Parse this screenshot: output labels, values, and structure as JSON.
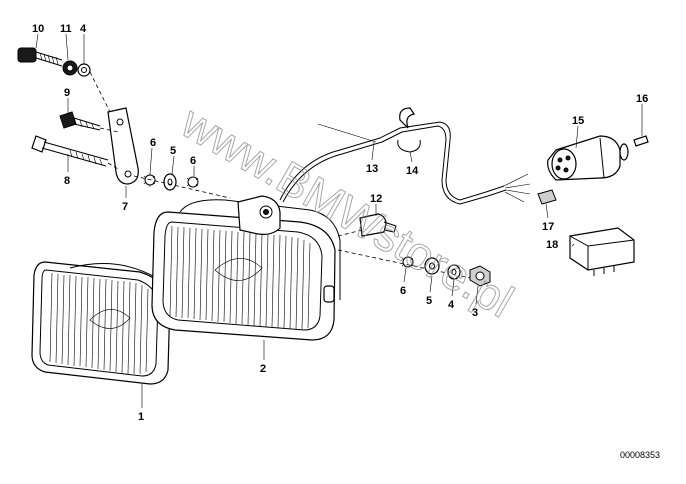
{
  "diagram": {
    "reference_number": "00008353",
    "watermark": "www.BMWstore.pl",
    "callouts": [
      "1",
      "2",
      "3",
      "4",
      "5",
      "6",
      "7",
      "8",
      "9",
      "10",
      "11",
      "12",
      "13",
      "14",
      "15",
      "16",
      "17",
      "18"
    ]
  },
  "colors": {
    "background": "#ffffff",
    "line": "#000000",
    "watermark": "#8a8a8a"
  }
}
